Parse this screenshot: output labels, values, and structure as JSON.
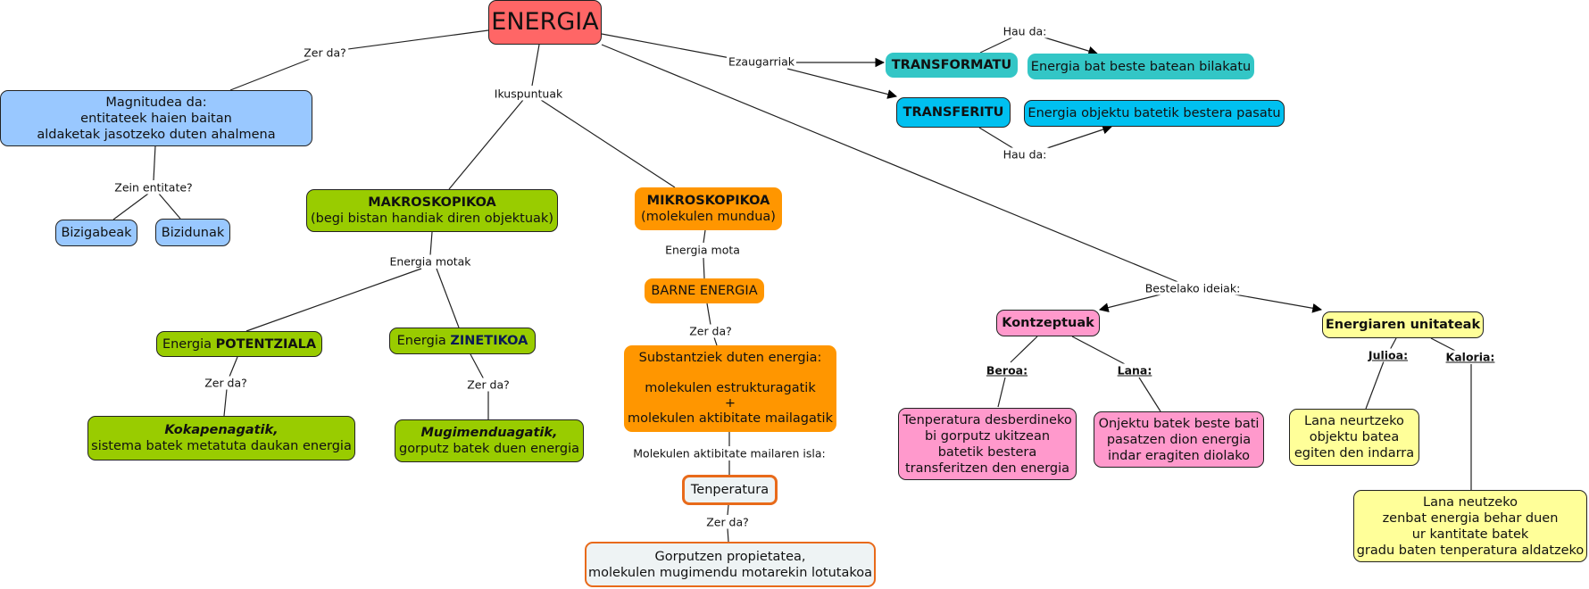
{
  "title": "ENERGIA",
  "nodes": {
    "energia": "ENERGIA",
    "magnitudea": [
      "Magnitudea da:",
      "entitateek haien baitan",
      "aldaketak jasotzeko duten ahalmena"
    ],
    "bizigabeak": "Bizigabeak",
    "bizidunak": "Bizidunak",
    "makro_title": "MAKROSKOPIKOA",
    "makro_sub": "(begi bistan handiak diren objektuak)",
    "mikro_title": "MIKROSKOPIKOA",
    "mikro_sub": "(molekulen mundua)",
    "potentziala_a": "Energia ",
    "potentziala_b": "POTENTZIALA",
    "zinetikoa_a": "Energia ",
    "zinetikoa_b": "ZINETIKOA",
    "kokapena_title": "Kokapenagatik,",
    "kokapena_sub": "sistema batek metatuta daukan energia",
    "mugimendua_title": "Mugimenduagatik,",
    "mugimendua_sub": "gorputz batek duen energia",
    "barne": "BARNE ENERGIA",
    "substantziek": [
      "Substantziek duten energia:",
      "",
      "molekulen estrukturagatik",
      "+",
      "molekulen aktibitate mailagatik"
    ],
    "tenperatura": "Tenperatura",
    "gorputzen": [
      "Gorputzen propietatea,",
      "molekulen mugimendu motarekin lotutakoa"
    ],
    "transformatu": "TRANSFORMATU",
    "transformatu_def": "Energia bat beste batean bilakatu",
    "transferitu": "TRANSFERITU",
    "transferitu_def": "Energia objektu batetik bestera pasatu",
    "kontzeptuak": "Kontzeptuak",
    "beroa_def": [
      "Tenperatura desberdineko",
      "bi gorputz ukitzean",
      "batetik bestera",
      "transferitzen den energia"
    ],
    "lana_def": [
      "Onjektu batek beste bati",
      "pasatzen dion energia",
      "indar eragiten diolako"
    ],
    "unitateak": "Energiaren unitateak",
    "julioa_def": [
      "Lana neurtzeko",
      "objektu batea",
      "egiten den indarra"
    ],
    "kaloria_def": [
      "Lana neutzeko",
      "zenbat energia behar duen",
      "ur kantitate batek",
      "gradu baten tenperatura aldatzeko"
    ]
  },
  "links": {
    "zer_da_1": "Zer da?",
    "ikuspuntuak": "Ikuspuntuak",
    "ezaugarriak": "Ezaugarriak",
    "zein_entitate": "Zein entitate?",
    "energia_motak": "Energia motak",
    "energia_mota": "Energia mota",
    "zer_da_pot": "Zer da?",
    "zer_da_zin": "Zer da?",
    "zer_da_barne": "Zer da?",
    "isla": "Molekulen aktibitate mailaren isla:",
    "zer_da_tenp": "Zer da?",
    "hau_da_1": "Hau da:",
    "hau_da_2": "Hau da:",
    "bestelako": "Bestelako ideiak:",
    "beroa": "Beroa:",
    "lana": "Lana:",
    "julioa": "Julioa:",
    "kaloria": "Kaloria:"
  },
  "colors": {
    "root": "#ff6666",
    "definition": "#99c8ff",
    "macro": "#99cc00",
    "micro": "#ff9600",
    "transform": "#33c6c6",
    "transfer": "#00c0f0",
    "concepts": "#ff99cc",
    "units": "#ffff99",
    "temperature_border": "#e86a1a"
  }
}
